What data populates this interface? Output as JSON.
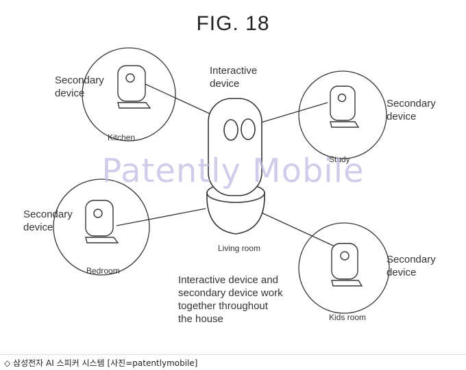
{
  "figure": {
    "title": "FIG. 18",
    "central": {
      "label_line1": "Interactive",
      "label_line2": "device",
      "room": "Living room"
    },
    "secondary": [
      {
        "line1": "Secondary",
        "line2": "device",
        "room": "Kitchen"
      },
      {
        "line1": "Secondary",
        "line2": "device",
        "room": "Study"
      },
      {
        "line1": "Secondary",
        "line2": "device",
        "room": "Bedroom"
      },
      {
        "line1": "Secondary",
        "line2": "device",
        "room": "Kids room"
      }
    ],
    "description": {
      "line1": "Interactive device and",
      "line2": "secondary device work",
      "line3": "together throughout",
      "line4": "the house"
    }
  },
  "watermark": "Patently Mobile",
  "caption": "◇ 삼성전자 AI 스피커 시스템 [사진=patentlymobile]",
  "colors": {
    "line": "#333333",
    "watermark": "#c4bce4",
    "background": "#ffffff"
  }
}
